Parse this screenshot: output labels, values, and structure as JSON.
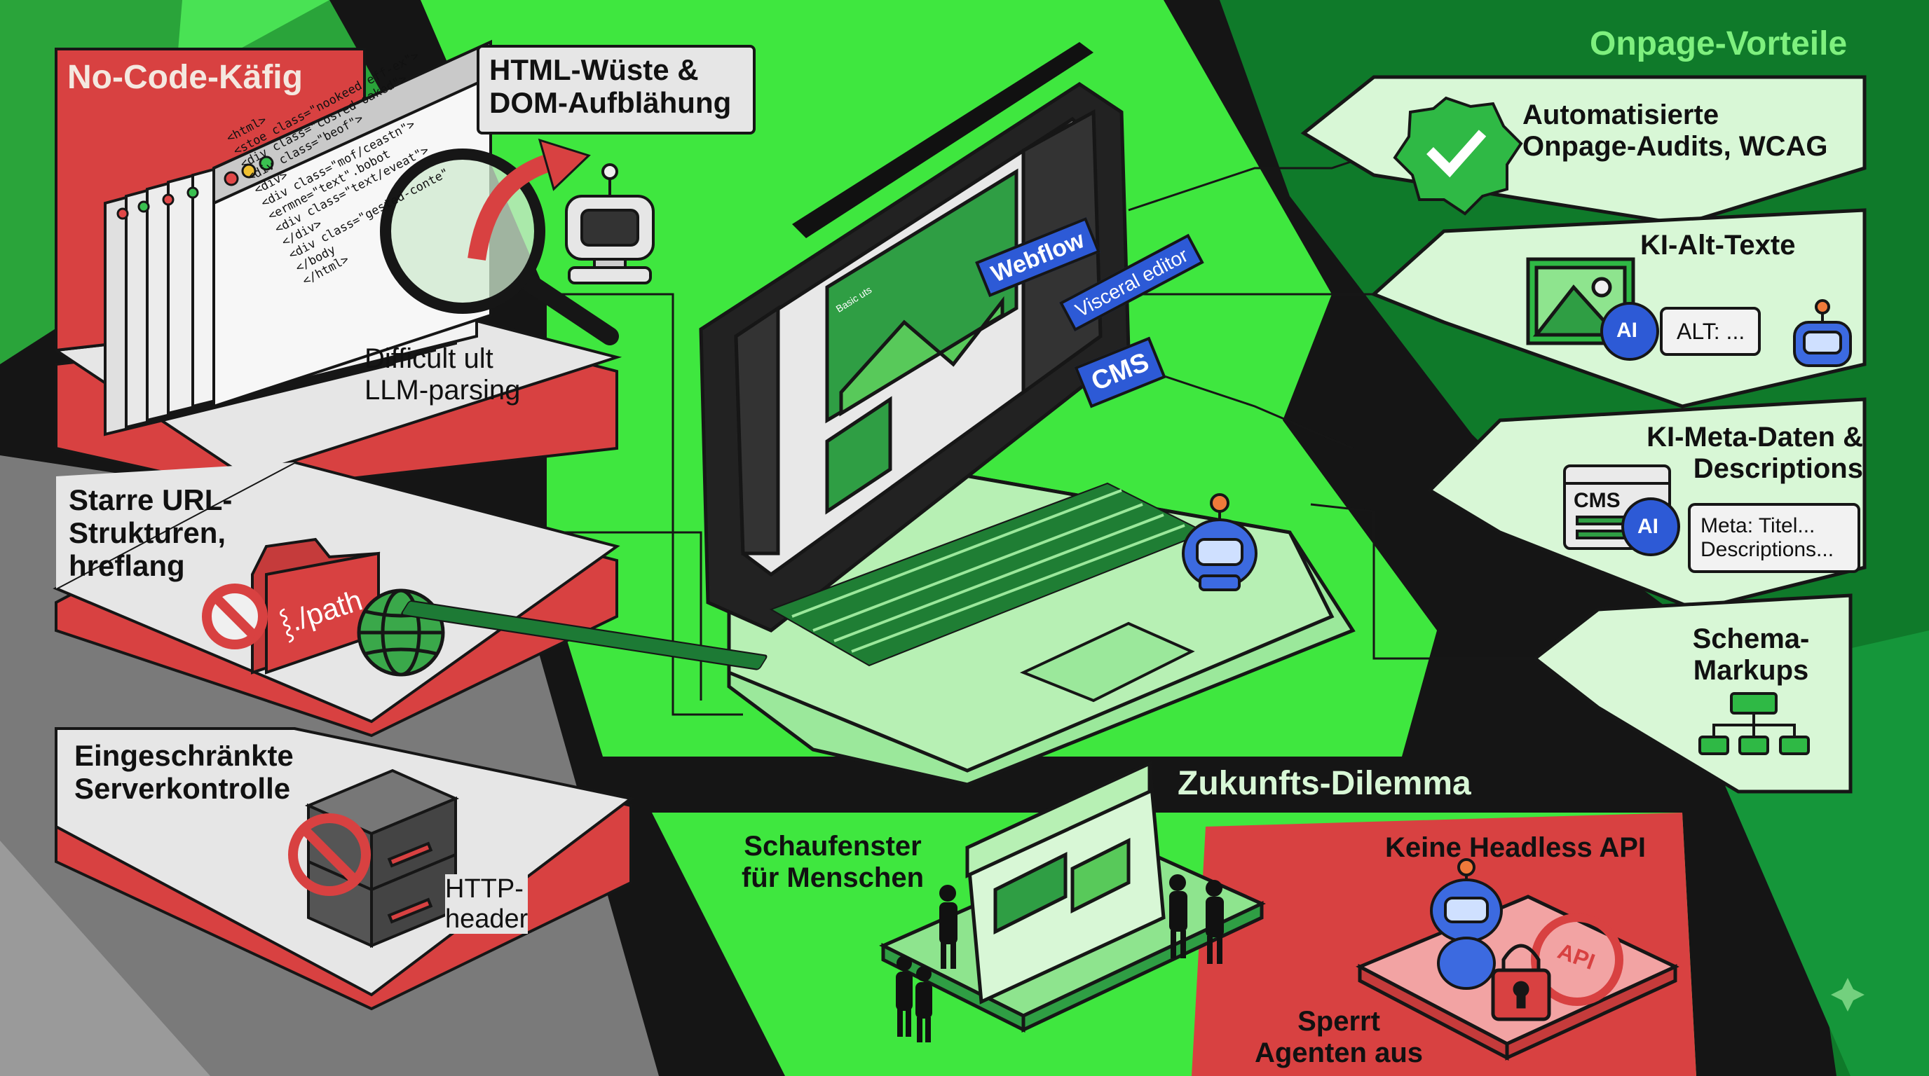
{
  "left": {
    "title": "No-Code-Käfig",
    "html_callout": "HTML-Wüste &\nDOM-Aufblähung",
    "parsing_note": "Difficult ult\nLLM-parsing",
    "code_lines": [
      "<html>",
      "<stoe class=\"nookeed eff-ex\">",
      "<div class=\"cosred-oaked\">",
      "<div class=\"beof\">",
      "<div>",
      "<div class=\"mof/ceastn\">",
      "<ermne=\"text\".bobot",
      "<div class=\"text/eveat\">",
      "</div>",
      "<div class=\"gested-conte\"",
      "</body",
      "</html>"
    ],
    "url_title": "Starre URL-\nStrukturen,\nhreflang",
    "path_label": "⸾./path",
    "server_title": "Eingeschränkte\nServerkontrolle",
    "http_label": "HTTP-\nheader"
  },
  "center": {
    "webflow_tag": "Webflow",
    "visceral_tag": "Visceral editor",
    "cms_tag": "CMS",
    "screen_small_label": "Basic uts"
  },
  "right": {
    "title": "Onpage-Vorteile",
    "audits": "Automatisierte\nOnpage-Audits, WCAG",
    "alt_texts": "KI-Alt-Texte",
    "alt_tag": "ALT: ...",
    "ai_badge": "AI",
    "meta_title": "KI-Meta-Daten &\nDescriptions",
    "cms_label": "CMS",
    "meta_note": "Meta: Titel...\nDescriptions...",
    "schema": "Schema-\nMarkups"
  },
  "bottom": {
    "title": "Zukunfts-Dilemma",
    "showcase": "Schaufenster\nfür Menschen",
    "no_api": "Keine Headless API",
    "api_tag": "API",
    "locks_out": "Sperrt\nAgenten aus"
  },
  "colors": {
    "bright_green": "#3ee83e",
    "dark_green": "#138a2e",
    "mint": "#d8f7d6",
    "red": "#d84141",
    "light_gray": "#e6e6e6",
    "blue_tag": "#2d5ad6"
  }
}
